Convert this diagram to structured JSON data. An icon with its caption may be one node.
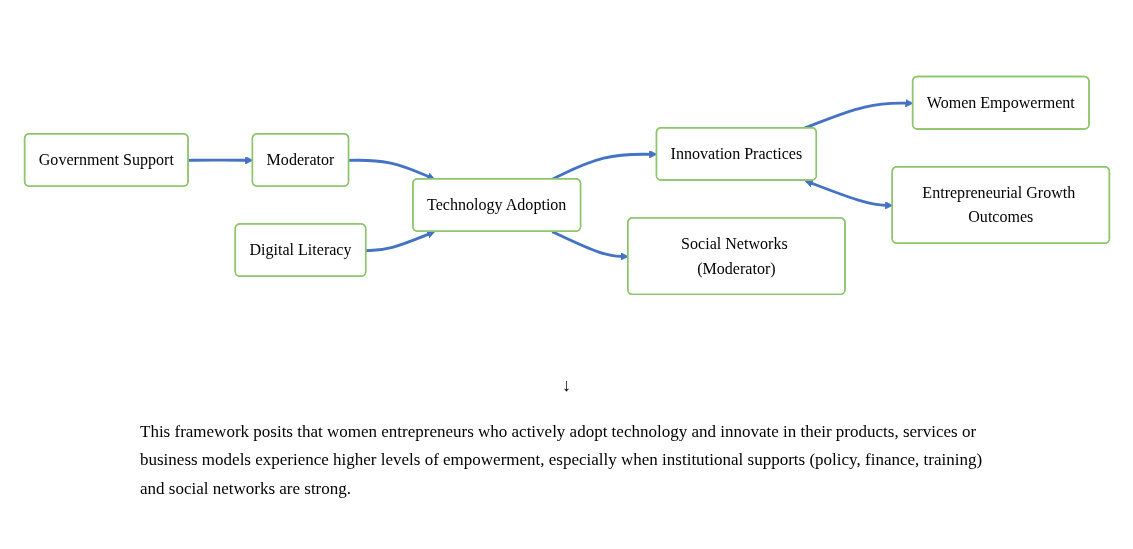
{
  "diagram": {
    "nodes": [
      {
        "text": [
          "Government Support"
        ]
      },
      {
        "text": [
          "Moderator"
        ]
      },
      {
        "text": [
          "Digital Literacy"
        ]
      },
      {
        "text": [
          "Technology Adoption"
        ]
      },
      {
        "text": [
          "Innovation Practices"
        ]
      },
      {
        "text": [
          "Women Empowerment"
        ]
      },
      {
        "text": [
          "Social Networks (Moderator)"
        ]
      },
      {
        "text": [
          "Entrepreneurial Growth Outcomes"
        ]
      }
    ],
    "edges": [
      {
        "from": 0,
        "to": 1,
        "arrow": "to"
      },
      {
        "from": 1,
        "to": 3,
        "arrow": "to"
      },
      {
        "from": 2,
        "to": 3,
        "arrow": "to"
      },
      {
        "from": 3,
        "to": 4,
        "arrow": "to"
      },
      {
        "from": 4,
        "to": 5,
        "arrow": "to"
      },
      {
        "from": 3,
        "to": 6,
        "arrow": "to"
      },
      {
        "from": 4,
        "to": 7,
        "arrow": "both"
      }
    ],
    "labels": [
      "↓",
      "This framework posits that women entrepreneurs who actively adopt technology and innovate in their products, services or business models experience higher levels of empowerment, especially when institutional supports (policy, finance, training) and social networks are strong."
    ]
  }
}
